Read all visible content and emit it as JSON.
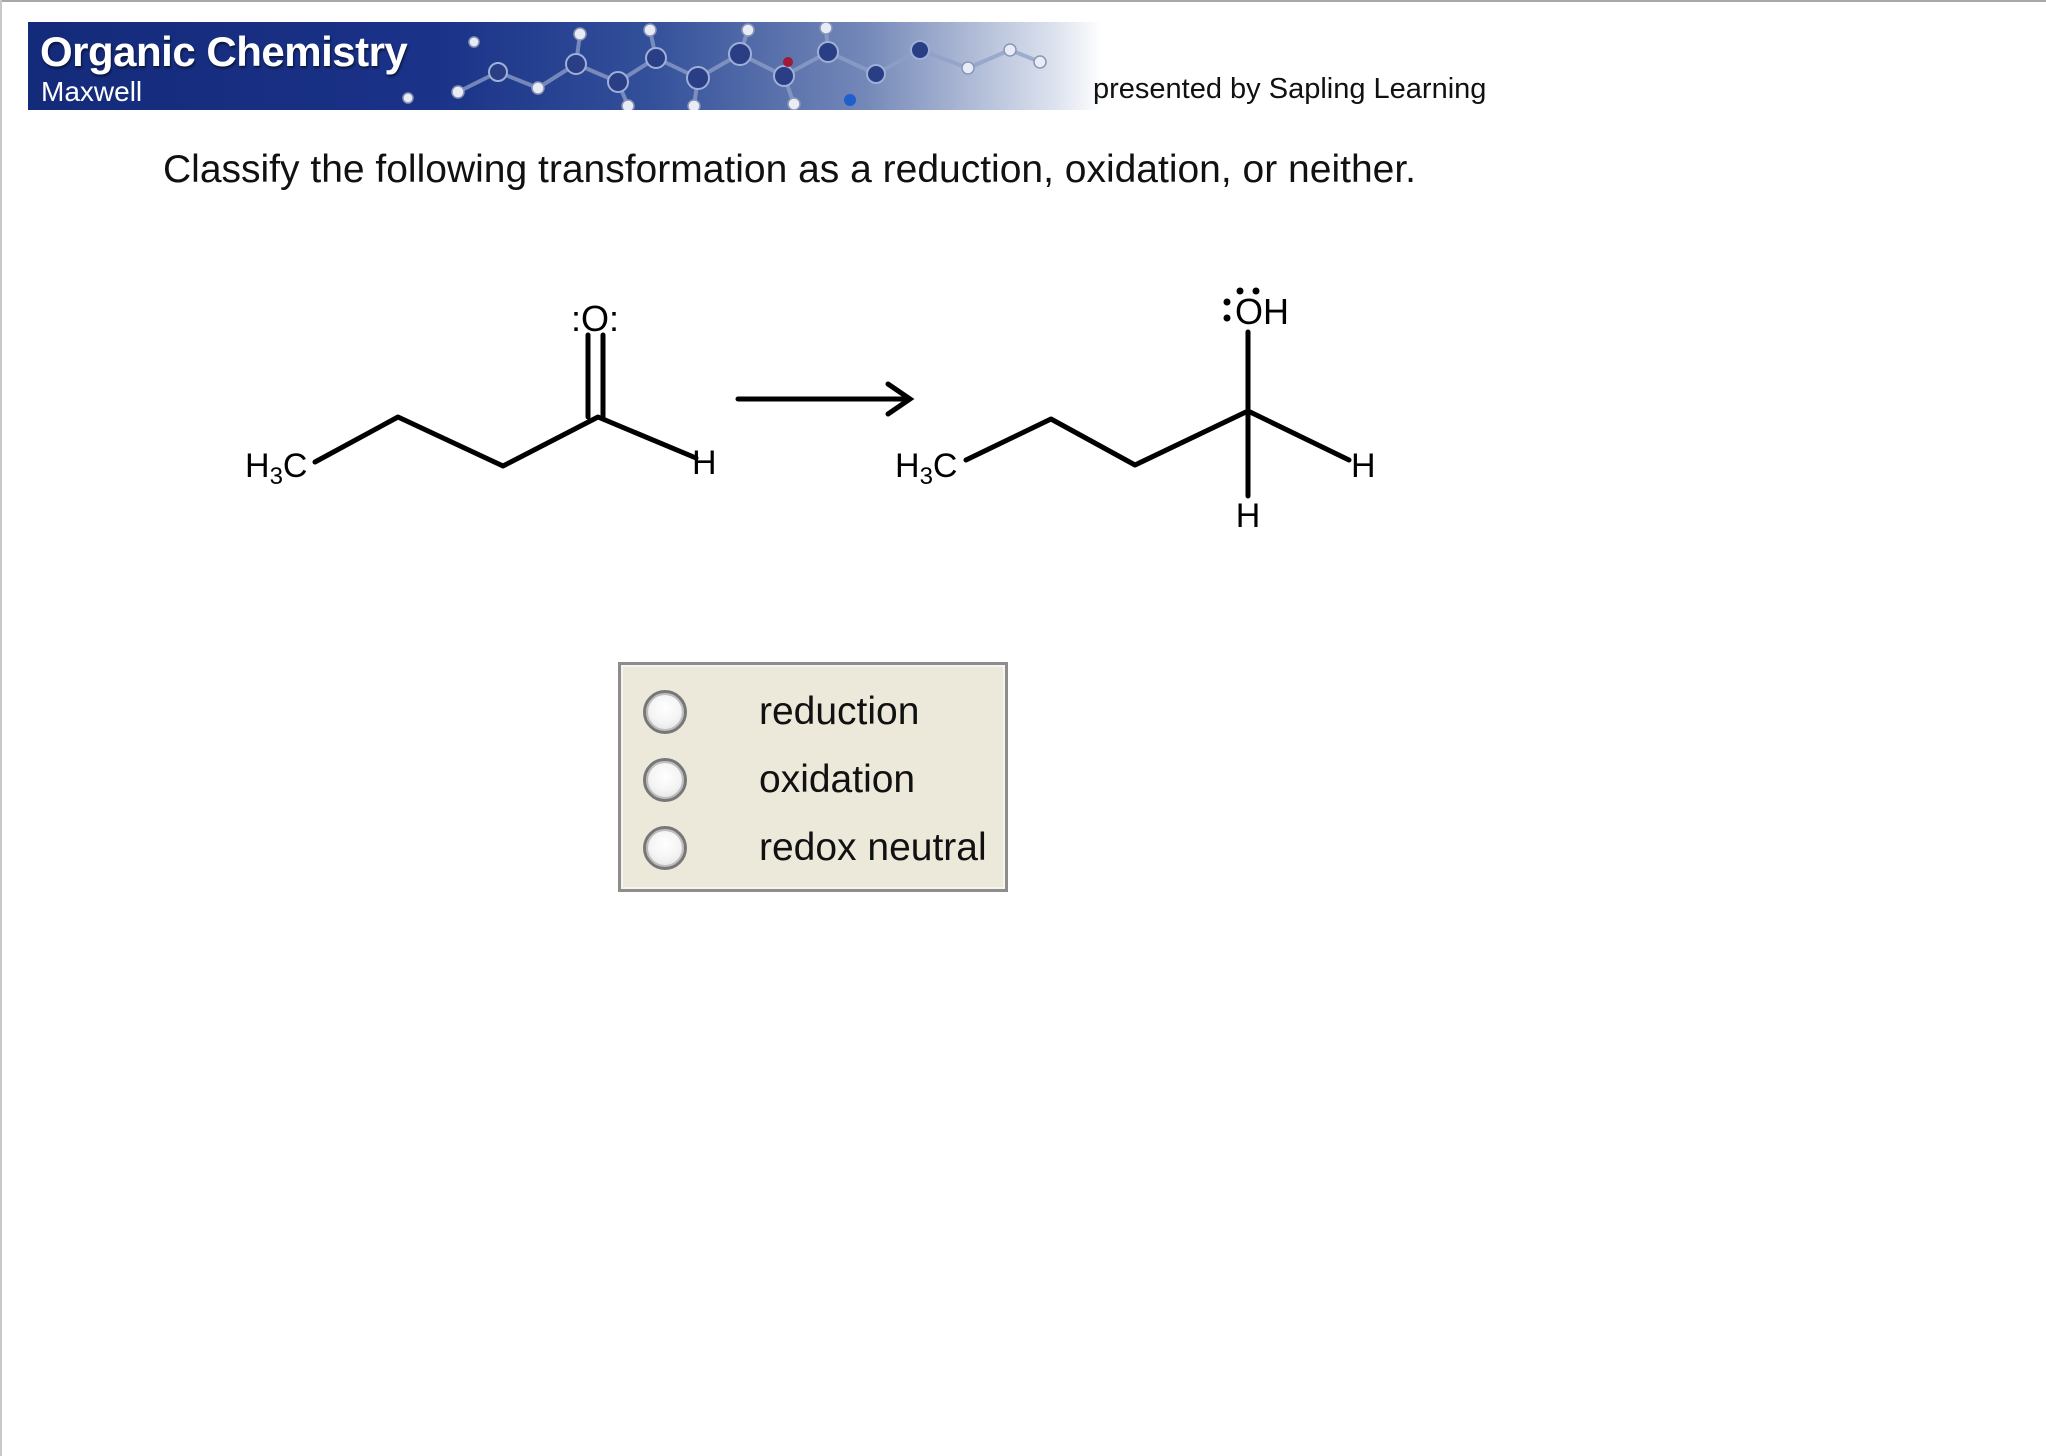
{
  "header": {
    "title": "Organic Chemistry",
    "subtitle": "Maxwell",
    "presented_by": "presented by Sapling Learning"
  },
  "question": {
    "prompt": "Classify the following transformation as a reduction, oxidation, or neither."
  },
  "reaction": {
    "reactant": {
      "carbonyl_oxygen": ":O:",
      "methyl_group": "H3C",
      "aldehyde_h": "H"
    },
    "product": {
      "hydroxyl": "OH",
      "methyl_group": "H3C",
      "h_right": "H",
      "h_bottom": "H"
    }
  },
  "choices": {
    "options": [
      {
        "label": "reduction",
        "selected": false
      },
      {
        "label": "oxidation",
        "selected": false
      },
      {
        "label": "redox neutral",
        "selected": false
      }
    ]
  }
}
